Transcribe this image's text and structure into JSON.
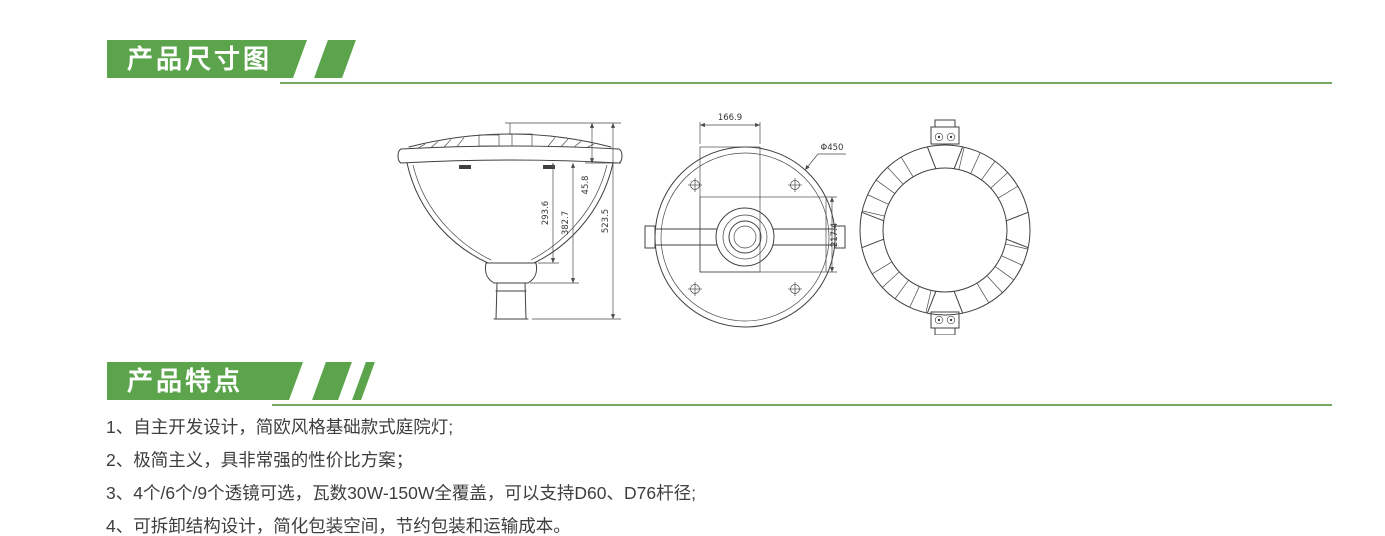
{
  "colors": {
    "banner_green": "#5ba44c",
    "underline_green": "#76a863",
    "body_text": "#3e3e3e",
    "drawing_line": "#404040"
  },
  "section_dimensions": {
    "title": "产品尺寸图"
  },
  "drawings": {
    "side_view": {
      "dims": {
        "head_height": "45.8",
        "body_height": "293.6",
        "mid_height": "382.7",
        "total_height": "523.5"
      }
    },
    "top_view": {
      "dims": {
        "plate_width": "166.9",
        "diameter": "Φ450",
        "plate_height": "217.4"
      }
    },
    "ring_view": {}
  },
  "section_features": {
    "title": "产品特点",
    "items": [
      "1、自主开发设计，简欧风格基础款式庭院灯;",
      "2、极简主义，具非常强的性价比方案；",
      "3、4个/6个/9个透镜可选，瓦数30W-150W全覆盖，可以支持D60、D76杆径;",
      "4、可拆卸结构设计，简化包装空间，节约包装和运输成本。"
    ]
  }
}
